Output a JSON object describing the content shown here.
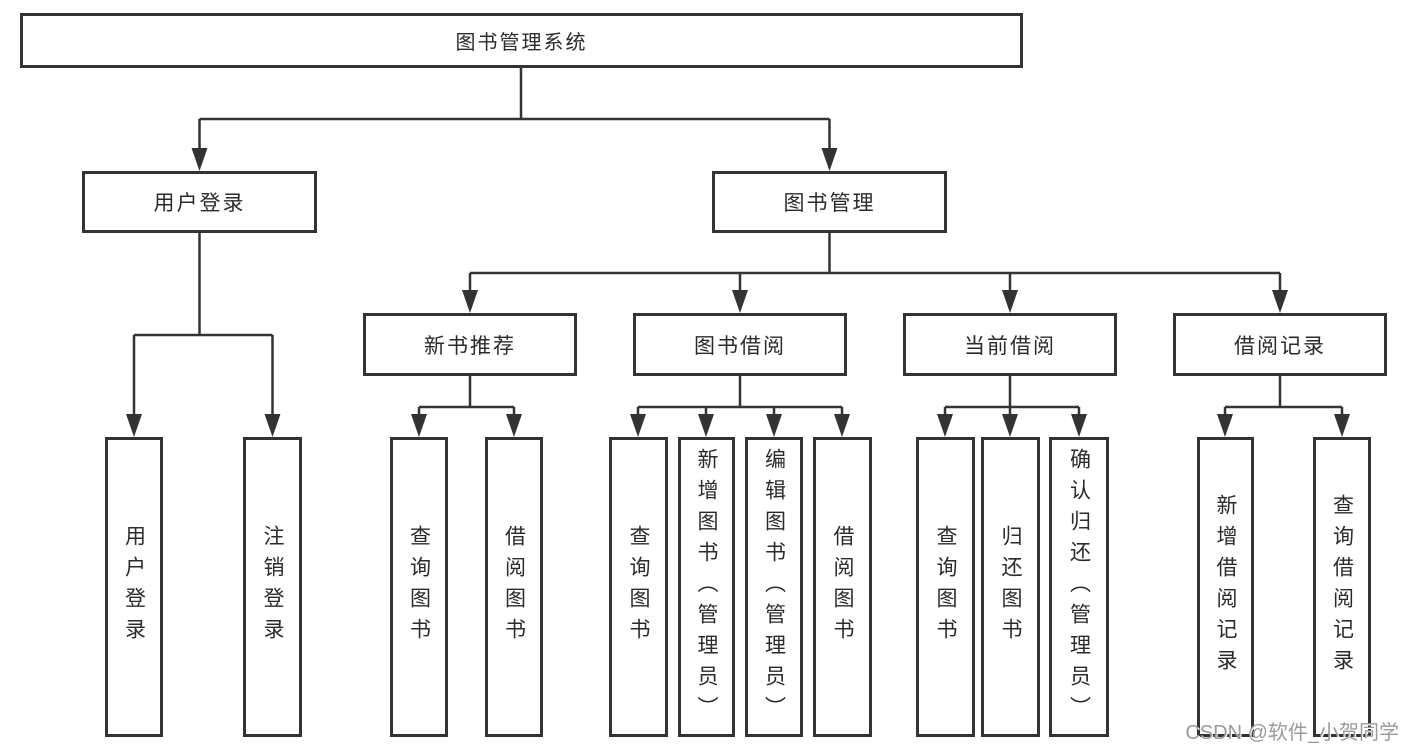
{
  "diagram": {
    "root": {
      "label": "图书管理系统",
      "children": [
        {
          "label": "用户登录",
          "children": [
            {
              "label": "用户登录"
            },
            {
              "label": "注销登录"
            }
          ]
        },
        {
          "label": "图书管理",
          "children": [
            {
              "label": "新书推荐",
              "children": [
                {
                  "label": "查询图书"
                },
                {
                  "label": "借阅图书"
                }
              ]
            },
            {
              "label": "图书借阅",
              "children": [
                {
                  "label": "查询图书"
                },
                {
                  "label": "新增图书（管理员）"
                },
                {
                  "label": "编辑图书（管理员）"
                },
                {
                  "label": "借阅图书"
                }
              ]
            },
            {
              "label": "当前借阅",
              "children": [
                {
                  "label": "查询图书"
                },
                {
                  "label": "归还图书"
                },
                {
                  "label": "确认归还（管理员）"
                }
              ]
            },
            {
              "label": "借阅记录",
              "children": [
                {
                  "label": "新增借阅记录"
                },
                {
                  "label": "查询借阅记录"
                }
              ]
            }
          ]
        }
      ]
    }
  },
  "watermark": {
    "text": "CSDN @软件_小贺同学"
  },
  "colors": {
    "line": "#333333",
    "text": "#2b2b2b",
    "watermark": "#9b9b9b",
    "background": "#ffffff"
  }
}
